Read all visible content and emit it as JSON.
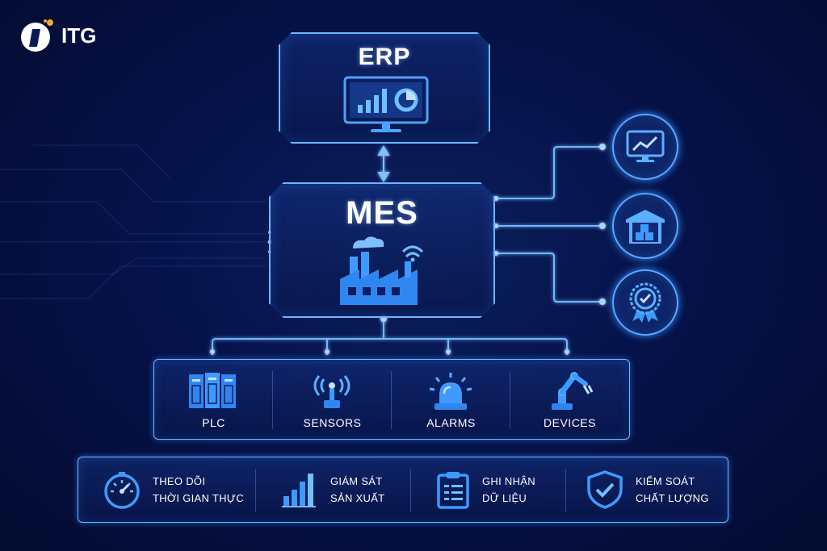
{
  "brand": {
    "logo_text": "ITG"
  },
  "erp": {
    "title": "ERP"
  },
  "mes": {
    "title": "MES"
  },
  "devices": [
    {
      "label": "PLC"
    },
    {
      "label": "SENSORS"
    },
    {
      "label": "ALARMS"
    },
    {
      "label": "DEVICES"
    }
  ],
  "features": [
    {
      "line1": "THEO DÕI",
      "line2": "THỜI GIAN THỰC"
    },
    {
      "line1": "GIÁM SÁT",
      "line2": "SẢN XUẤT"
    },
    {
      "line1": "GHI NHẬN",
      "line2": "DỮ LIỆU"
    },
    {
      "line1": "KIỂM SOÁT",
      "line2": "CHẤT LƯỢNG"
    }
  ],
  "colors": {
    "glow": "#2f8cff",
    "line": "#6fb6ff",
    "icon": "#3d9bff"
  }
}
